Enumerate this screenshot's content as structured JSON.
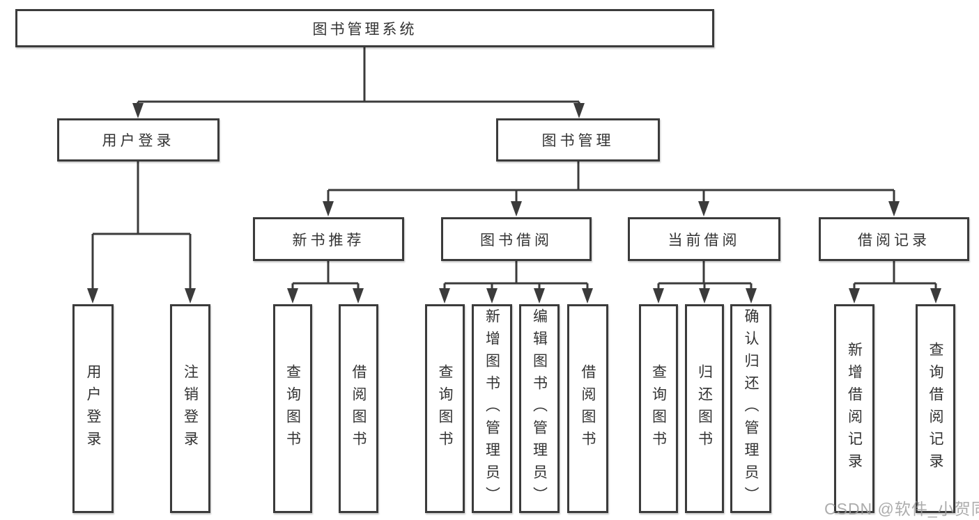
{
  "nodes": {
    "root": "图书管理系统",
    "user_login": "用户登录",
    "book_mgmt": "图书管理",
    "new_book_rec": "新书推荐",
    "book_borrow": "图书借阅",
    "current_borrow": "当前借阅",
    "borrow_records": "借阅记录",
    "ul_user_login": "用户登录",
    "ul_logout": "注销登录",
    "nbr_query_books": "查询图书",
    "nbr_borrow_books": "借阅图书",
    "bb_query_books": "查询图书",
    "bb_add_books": "新增图书（管理员）",
    "bb_edit_books": "编辑图书（管理员）",
    "bb_borrow_books": "借阅图书",
    "cb_query_books": "查询图书",
    "cb_return_books": "归还图书",
    "cb_confirm_return": "确认归还（管理员）",
    "br_add_record": "新增借阅记录",
    "br_query_record": "查询借阅记录"
  },
  "structure": {
    "图书管理系统": {
      "用户登录": [
        "用户登录",
        "注销登录"
      ],
      "图书管理": {
        "新书推荐": [
          "查询图书",
          "借阅图书"
        ],
        "图书借阅": [
          "查询图书",
          "新增图书（管理员）",
          "编辑图书（管理员）",
          "借阅图书"
        ],
        "当前借阅": [
          "查询图书",
          "归还图书",
          "确认归还（管理员）"
        ],
        "借阅记录": [
          "新增借阅记录",
          "查询借阅记录"
        ]
      }
    }
  },
  "watermark": "CSDN @软件_小贺同学",
  "colors": {
    "line": "#3b3b3b",
    "text": "#333333",
    "watermark": "#9e9e9e",
    "background": "#ffffff"
  }
}
